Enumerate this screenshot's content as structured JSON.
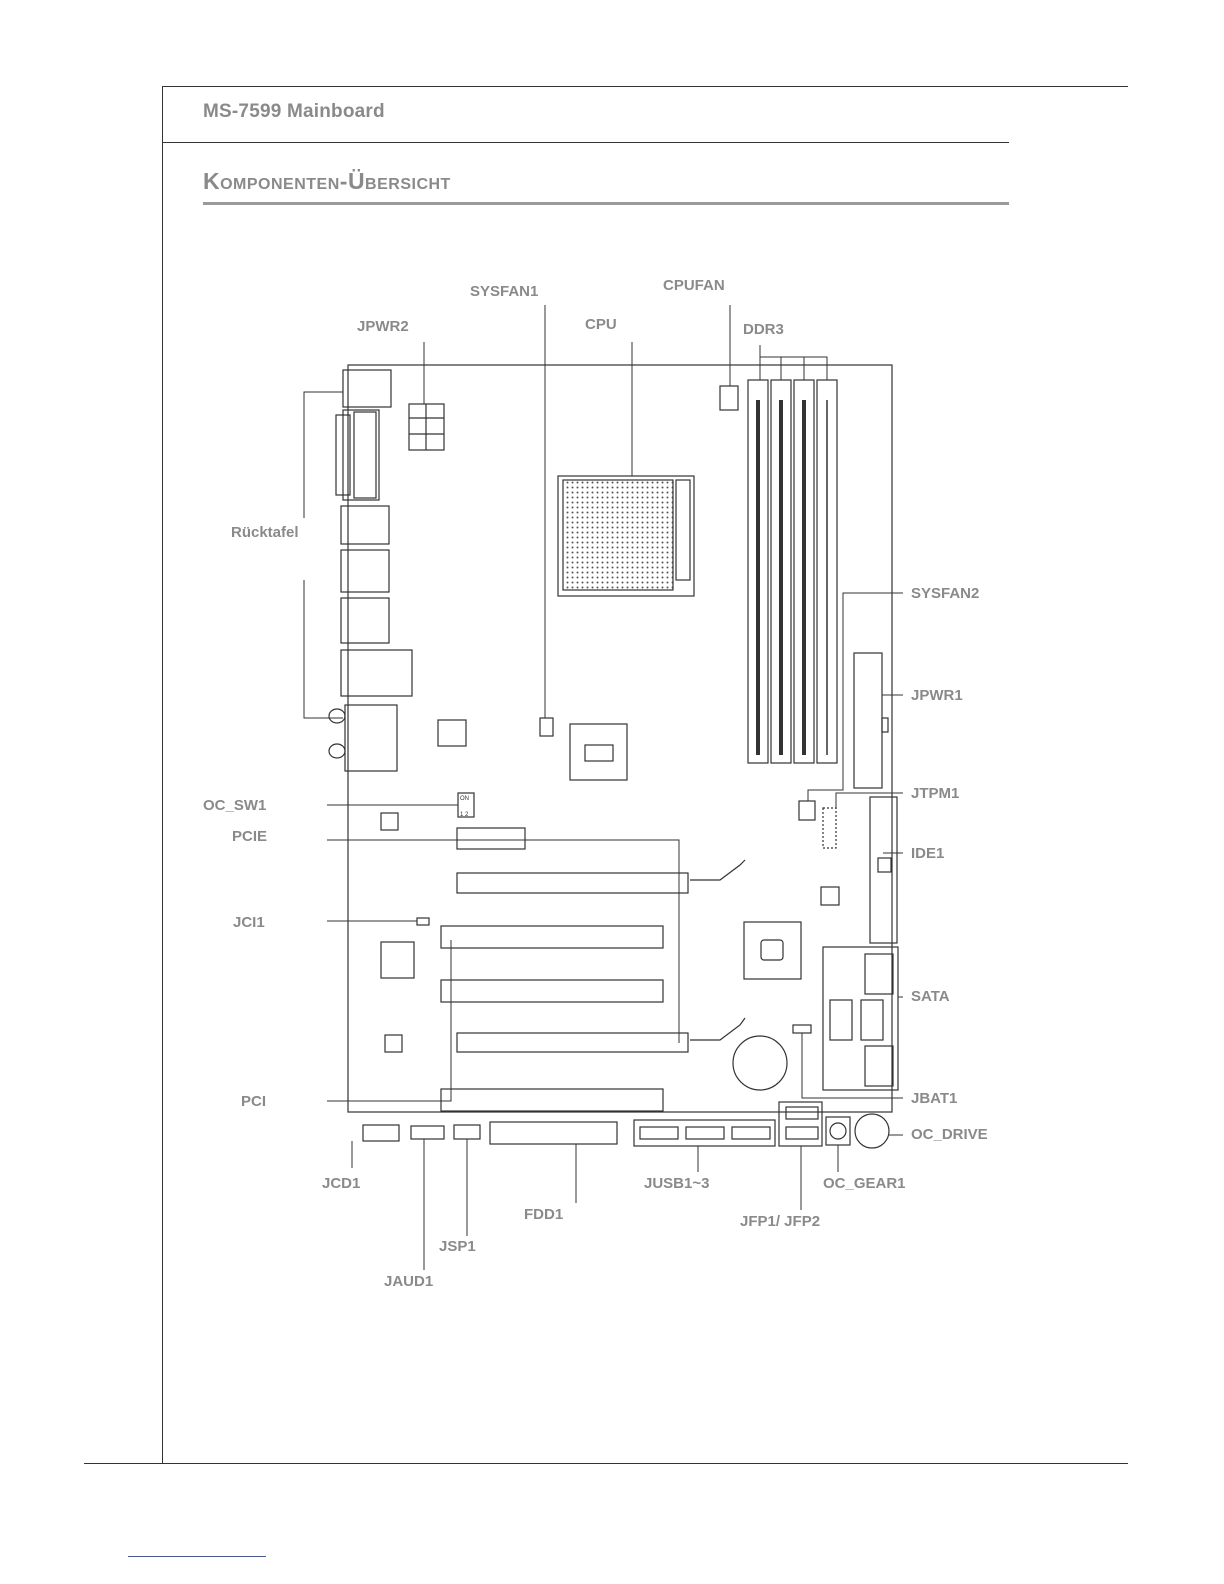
{
  "header": {
    "text": "MS-7599 Mainboard"
  },
  "section": {
    "title": "Komponenten-Übersicht"
  },
  "labels": {
    "sysfan1": "SYSFAN1",
    "cpufan": "CPUFAN",
    "jpwr2": "JPWR2",
    "cpu": "CPU",
    "ddr3": "DDR3",
    "ruecktafel": "Rücktafel",
    "sysfan2": "SYSFAN2",
    "jpwr1": "JPWR1",
    "oc_sw1": "OC_SW1",
    "jtpm1": "JTPM1",
    "pcie": "PCIE",
    "ide1": "IDE1",
    "jci1": "JCI1",
    "sata": "SATA",
    "pci": "PCI",
    "jbat1": "JBAT1",
    "oc_drive": "OC_DRIVE",
    "jcd1": "JCD1",
    "jusb": "JUSB1~3",
    "oc_gear1": "OC_GEAR1",
    "fdd1": "FDD1",
    "jfp": "JFP1/ JFP2",
    "jsp1": "JSP1",
    "jaud1": "JAUD1"
  },
  "switch_marks": {
    "on": "ON",
    "pins": "1 2"
  }
}
